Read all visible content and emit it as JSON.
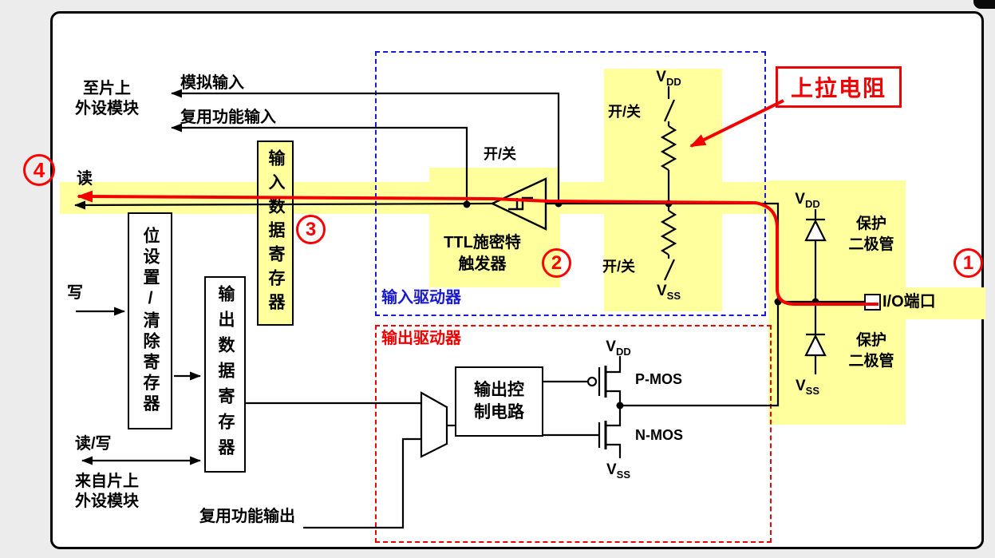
{
  "colors": {
    "highlight_yellow": "#FFFF9E",
    "trace_red": "#F20000",
    "driver_blue": "#1A1ACD"
  },
  "labels": {
    "to_onchip_line1": "至片上",
    "to_onchip_line2": "外设模块",
    "analog_input": "模拟输入",
    "af_input": "复用功能输入",
    "read": "读",
    "write": "写",
    "read_write": "读/写",
    "from_onchip_line1": "来自片上",
    "from_onchip_line2": "外设模块",
    "af_output": "复用功能输出",
    "input_driver": "输入驱动器",
    "output_driver": "输出驱动器",
    "input_data_register": "输入数据寄存器",
    "bit_set_clear_register": "位设置/清除寄存器",
    "output_data_register": "输出数据寄存器",
    "output_control_line1": "输出控",
    "output_control_line2": "制电路",
    "schmitt_line1": "TTL施密特",
    "schmitt_line2": "触发器",
    "on_off": "开/关",
    "pullup_resistor": "上拉电阻",
    "pmos": "P-MOS",
    "nmos": "N-MOS",
    "io_port": "I/O端口",
    "protect_line1": "保护",
    "protect_line2": "二极管",
    "v": "V",
    "dd": "DD",
    "ss": "SS",
    "badge1": "1",
    "badge2": "2",
    "badge3": "3",
    "badge4": "4"
  }
}
